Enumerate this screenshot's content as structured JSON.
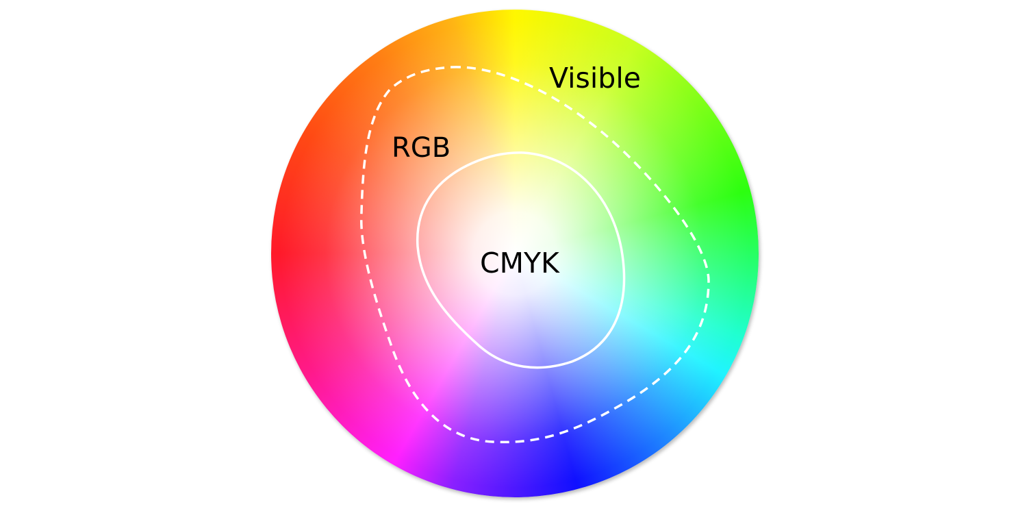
{
  "diagram": {
    "labels": {
      "visible": "Visible",
      "rgb": "RGB",
      "cmyk": "CMYK"
    },
    "colors": {
      "outline": "#ffffff",
      "text": "#000000"
    }
  }
}
